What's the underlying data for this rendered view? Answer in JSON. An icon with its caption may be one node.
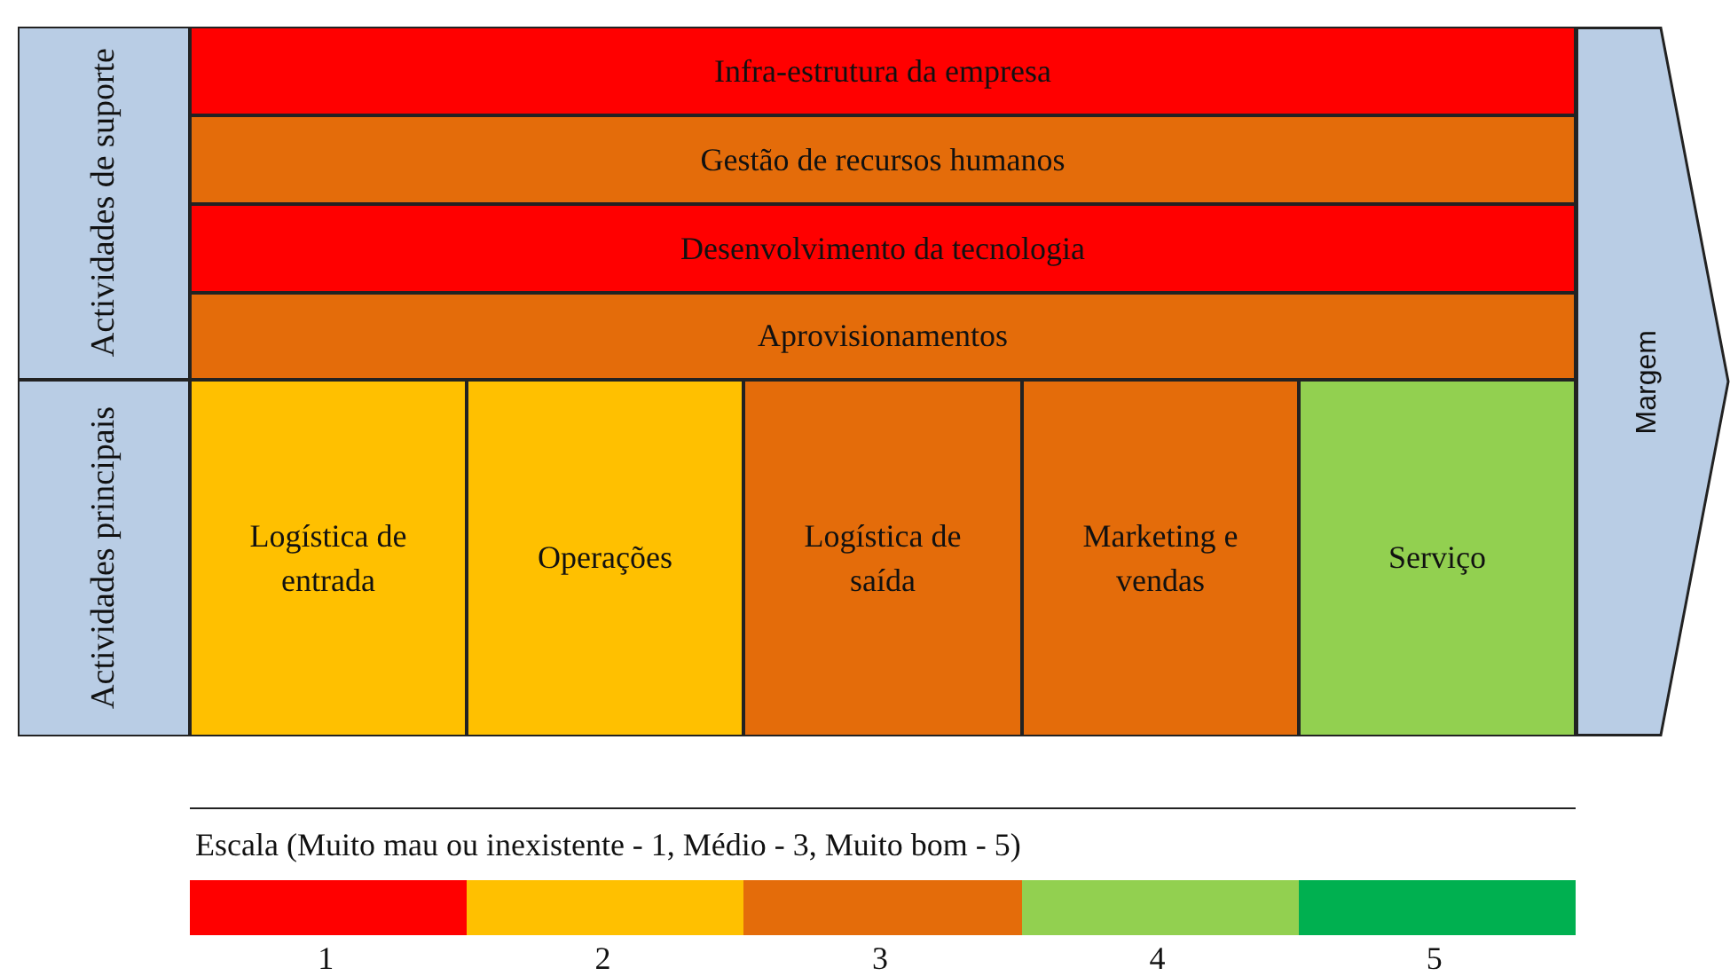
{
  "diagram": {
    "nodes": [
      {
        "text": [
          "Actividades de suporte"
        ]
      },
      {
        "text": [
          "Actividades principais"
        ]
      },
      {
        "text": [
          "Infra-estrutura da empresa"
        ]
      },
      {
        "text": [
          "Gestão de recursos humanos"
        ]
      },
      {
        "text": [
          "Desenvolvimento da tecnologia"
        ]
      },
      {
        "text": [
          "Aprovisionamentos"
        ]
      },
      {
        "text": [
          "Logística de entrada"
        ]
      },
      {
        "text": [
          "Operações"
        ]
      },
      {
        "text": [
          "Logística de saída"
        ]
      },
      {
        "text": [
          "Marketing e vendas"
        ]
      },
      {
        "text": [
          "Serviço"
        ]
      },
      {
        "text": [
          "Margem"
        ]
      }
    ],
    "edges": [],
    "labels": [
      "Escala (Muito mau ou inexistente - 1, Médio - 3, Muito bom - 5)"
    ],
    "legend": [
      {
        "text": "1",
        "color": "#ff0000"
      },
      {
        "text": "2",
        "color": "#ffc000"
      },
      {
        "text": "3",
        "color": "#e46c0a"
      },
      {
        "text": "4",
        "color": "#92d050"
      },
      {
        "text": "5",
        "color": "#00b050"
      }
    ]
  }
}
